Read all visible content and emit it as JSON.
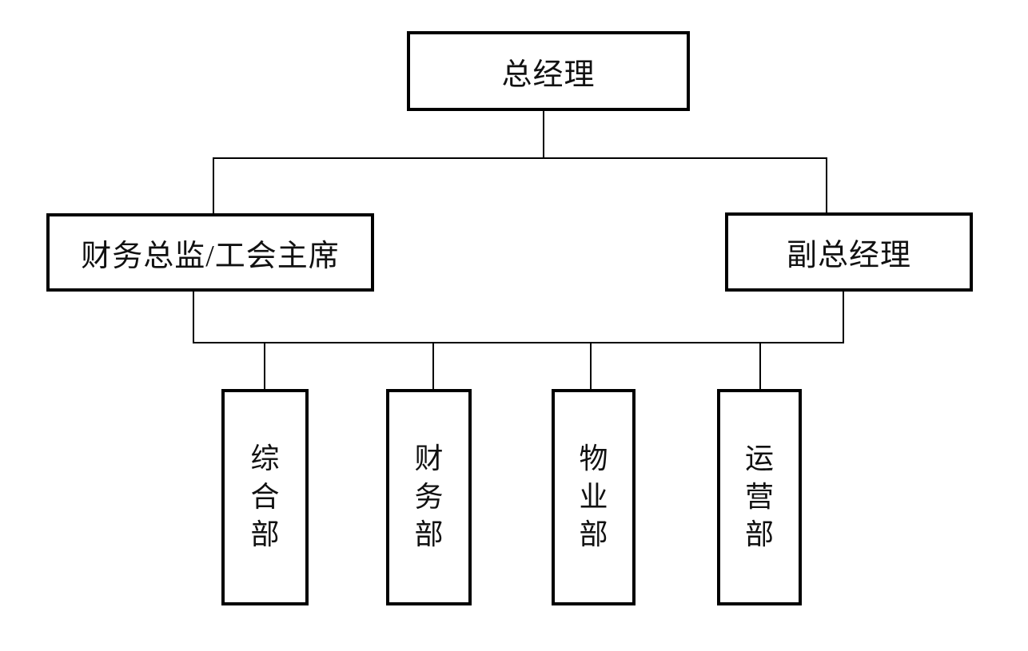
{
  "diagram": {
    "type": "org-chart",
    "colors": {
      "line": "#000000",
      "text": "#111111",
      "background": "#ffffff"
    },
    "nodes": {
      "general_manager": {
        "label": "总经理",
        "level": 1
      },
      "cfo_union_chair": {
        "label": "财务总监/工会主席",
        "level": 2
      },
      "deputy_general_manager": {
        "label": "副总经理",
        "level": 2
      },
      "dept_general": {
        "label": "综合部",
        "level": 3
      },
      "dept_finance": {
        "label": "财务部",
        "level": 3
      },
      "dept_property": {
        "label": "物业部",
        "level": 3
      },
      "dept_operations": {
        "label": "运营部",
        "level": 3
      }
    },
    "edges": [
      {
        "from": "general_manager",
        "to": "cfo_union_chair"
      },
      {
        "from": "general_manager",
        "to": "deputy_general_manager"
      },
      {
        "from": "level2",
        "to": "dept_general"
      },
      {
        "from": "level2",
        "to": "dept_finance"
      },
      {
        "from": "level2",
        "to": "dept_property"
      },
      {
        "from": "level2",
        "to": "dept_operations"
      }
    ]
  }
}
